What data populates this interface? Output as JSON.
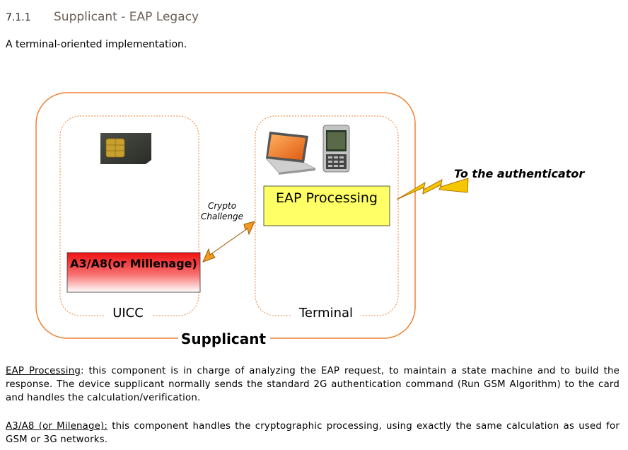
{
  "section": {
    "number": "7.1.1",
    "title": "Supplicant - EAP Legacy"
  },
  "intro": "A terminal-oriented implementation.",
  "diagram": {
    "uicc_label": "UICC",
    "terminal_label": "Terminal",
    "supplicant_label": "Supplicant",
    "eap_box_label": "EAP Processing",
    "a3a8_box_label": "A3/A8(or Millenage)",
    "crypto_line1": "Crypto",
    "crypto_line2": "Challenge",
    "authenticator_label": "To the authenticator",
    "colors": {
      "frame": "#f08030",
      "eap_fill": "#ffff66",
      "a3a8_fill": "#ee1111",
      "lightning": "#f6c600"
    }
  },
  "paragraphs": {
    "eap": {
      "term": "EAP Processing",
      "text": ": this component is in charge of analyzing the EAP request, to maintain a state machine and to build the response. The device supplicant normally sends the standard 2G authentication command (Run GSM Algorithm) to the card and handles the calculation/verification."
    },
    "a3a8": {
      "term": "A3/A8 (or Milenage):",
      "text": " this component handles the cryptographic processing, using exactly the same calculation as used for GSM or 3G networks."
    }
  }
}
